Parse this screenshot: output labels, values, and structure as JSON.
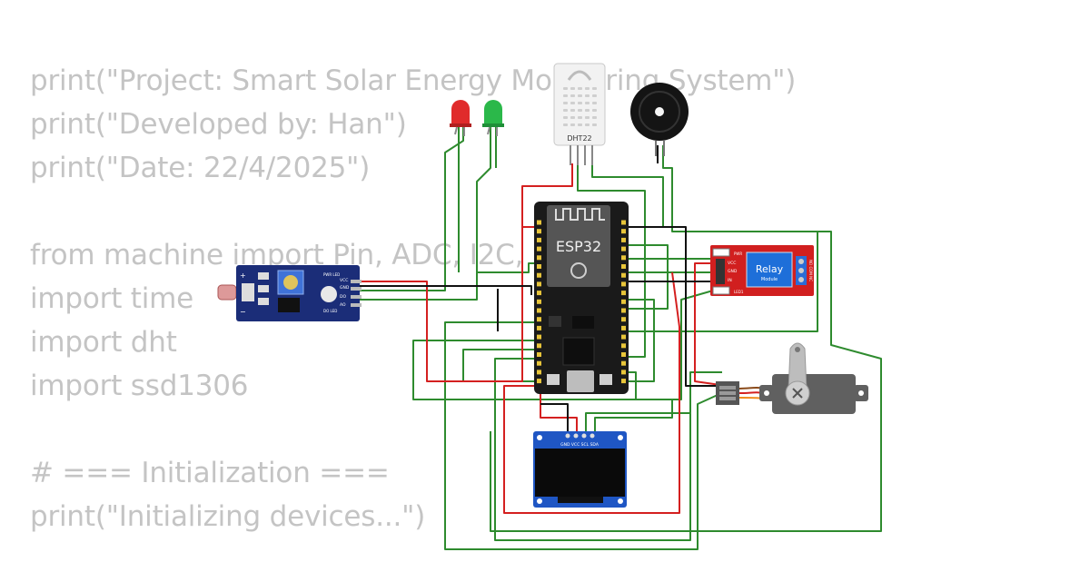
{
  "code": {
    "lines": [
      "print(\"Project: Smart Solar Energy Monitoring System\")",
      "print(\"Developed by: Han\")",
      "print(\"Date: 22/4/2025\")",
      "",
      "from machine import Pin, ADC, I2C, PWM",
      "import time",
      "import dht",
      "import ssd1306",
      "",
      "# === Initialization ===",
      "print(\"Initializing devices...\")"
    ]
  },
  "components": {
    "esp32": {
      "label": "ESP32"
    },
    "dht22": {
      "label": "DHT22"
    },
    "relay": {
      "title": "Relay",
      "subtitle": "Module",
      "pin_vcc": "VCC",
      "pin_gnd": "GND",
      "pin_in": "IN",
      "led_pwr": "PWR",
      "led_1": "LED1",
      "terminals": "NO COM NC"
    },
    "ldr": {
      "pin_vcc": "VCC",
      "pin_gnd": "GND",
      "pin_do": "DO",
      "pin_ao": "AO",
      "led_pwr": "PWR LED",
      "led_do": "DO LED",
      "plus": "+",
      "minus": "−"
    },
    "oled": {
      "pins": "GND VCC SCL SDA"
    }
  },
  "colors": {
    "wire_green": "#2e8b2e",
    "wire_red": "#d42020",
    "wire_black": "#111111",
    "code_text": "#c4c4c4"
  }
}
